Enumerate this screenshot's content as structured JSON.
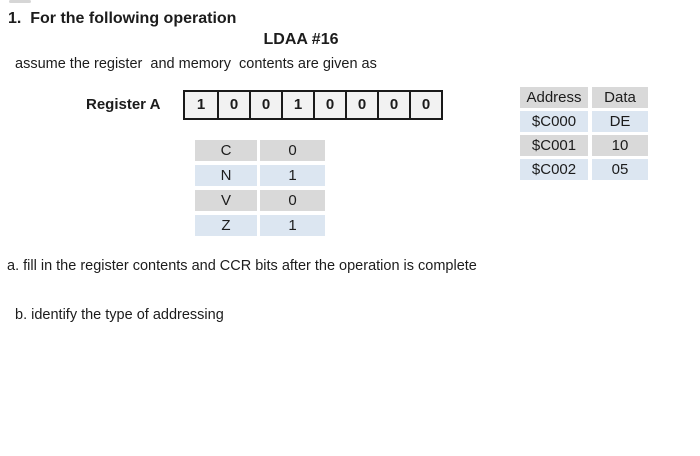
{
  "problem": {
    "heading": "1.  For the following operation",
    "instruction": "LDAA #16",
    "assumption": "assume the register  and memory  contents are given as",
    "question_a": "a. fill in the register contents and CCR bits after the operation is complete",
    "question_b": "b. identify the type of addressing"
  },
  "register": {
    "label": "Register A",
    "bits": [
      "1",
      "0",
      "0",
      "1",
      "0",
      "0",
      "0",
      "0"
    ]
  },
  "ccr": {
    "rows": [
      {
        "flag": "C",
        "value": "0"
      },
      {
        "flag": "N",
        "value": "1"
      },
      {
        "flag": "V",
        "value": "0"
      },
      {
        "flag": "Z",
        "value": "1"
      }
    ]
  },
  "memory": {
    "headers": [
      "Address",
      "Data"
    ],
    "rows": [
      {
        "address": "$C000",
        "data": "DE"
      },
      {
        "address": "$C001",
        "data": "10"
      },
      {
        "address": "$C002",
        "data": "05"
      }
    ]
  },
  "colors": {
    "page_bg": "#ffffff",
    "text": "#1c1c1c",
    "band_gray": "#d9d9d9",
    "band_blue": "#dce6f1",
    "register_cell_bg": "#f2f2f2",
    "register_border": "#1a1a1a"
  }
}
